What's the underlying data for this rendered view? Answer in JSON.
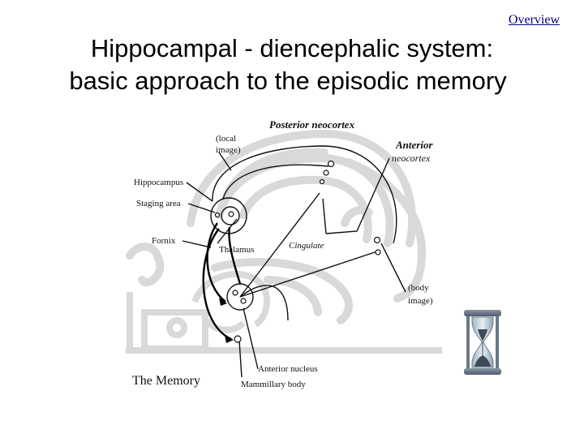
{
  "header": {
    "overview_link": "Overview",
    "title_line1": "Hippocampal - diencephalic system:",
    "title_line2": "basic approach to the episodic memory"
  },
  "diagram": {
    "labels": {
      "posterior_neocortex": "Posterior neocortex",
      "local_image": "(local",
      "local_image_2": "image)",
      "anterior": "Anterior",
      "neocortex": "neocortex",
      "hippocampus": "Hippocampus",
      "staging_area": "Staging area",
      "fornix": "Fornix",
      "thalamus": "Thalamus",
      "cingulate": "Cingulate",
      "body_image": "(body",
      "body_image_2": "image)",
      "the_memory": "The Memory",
      "anterior_nucleus": "Anterior nucleus",
      "mammillary_body": "Mammillary body"
    },
    "colors": {
      "ghost_brain": "#d9d9d9",
      "lines": "#111111"
    }
  },
  "decoration": {
    "icon": "hourglass-icon"
  }
}
